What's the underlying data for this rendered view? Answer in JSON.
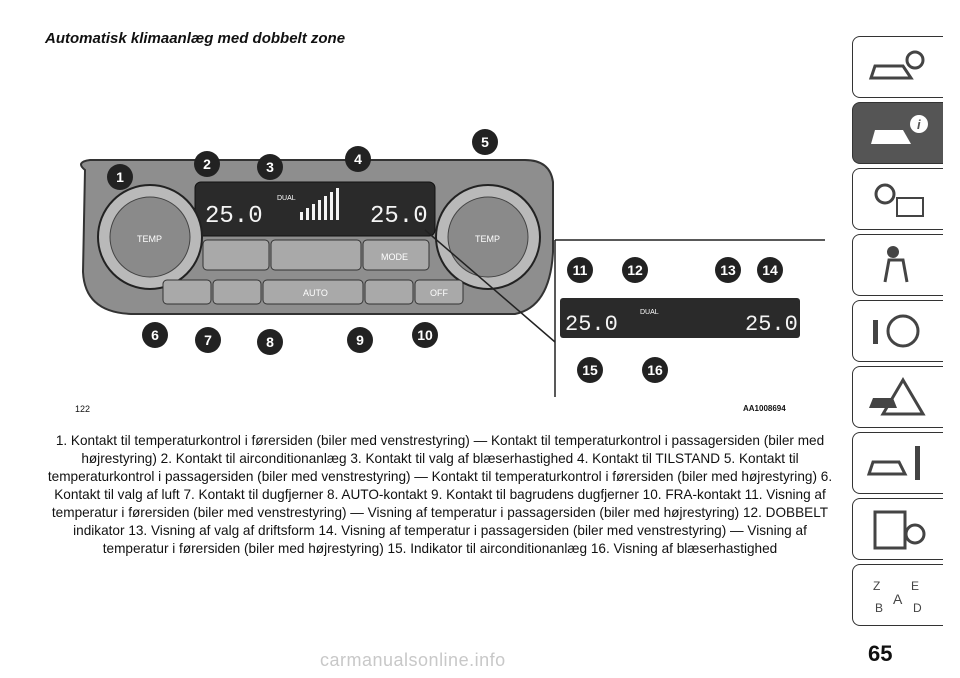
{
  "page": {
    "title": "Automatisk klimaanlæg med dobbelt zone",
    "figure_ref": "122",
    "figure_code": "AA1008694",
    "page_number": "65",
    "watermark": "carmanualsonline.info"
  },
  "figure": {
    "knob_label": "TEMP",
    "left_display_temp": "25.0",
    "right_display_temp": "25.0",
    "dual_label": "DUAL",
    "mode_button": "MODE",
    "auto_button": "AUTO",
    "off_button": "OFF",
    "callouts": [
      "1",
      "2",
      "3",
      "4",
      "5",
      "6",
      "7",
      "8",
      "9",
      "10",
      "11",
      "12",
      "13",
      "14",
      "15",
      "16"
    ]
  },
  "caption": [
    "1. Kontakt til temperaturkontrol i førersiden (biler med venstrestyring) — Kontakt til temperaturkontrol i passagersiden (biler med højrestyring)",
    "2. Kontakt til airconditionanlæg",
    "3. Kontakt til valg af blæserhastighed",
    "4. Kontakt til TILSTAND",
    "5. Kontakt til temperaturkontrol i passagersiden (biler med venstrestyring) — Kontakt til temperaturkontrol i førersiden (biler med højrestyring)",
    "6. Kontakt til valg af luft",
    "7. Kontakt til dugfjerner",
    "8. AUTO-kontakt",
    "9. Kontakt til bagrudens dugfjerner",
    "10. FRA-kontakt",
    "11. Visning af temperatur i førersiden (biler med venstrestyring) — Visning af temperatur i passagersiden (biler med højrestyring)",
    "12. DOBBELT indikator",
    "13. Visning af valg af driftsform",
    "14. Visning af temperatur i passagersiden (biler med venstrestyring) — Visning af temperatur i førersiden (biler med højrestyring)",
    "15. Indikator til airconditionanlæg",
    "16. Visning af blæserhastighed"
  ],
  "side_tabs": [
    {
      "icon": "car-search-icon",
      "active": false
    },
    {
      "icon": "car-info-icon",
      "active": true
    },
    {
      "icon": "warning-lights-icon",
      "active": false
    },
    {
      "icon": "seatbelt-airbag-icon",
      "active": false
    },
    {
      "icon": "steering-key-icon",
      "active": false
    },
    {
      "icon": "breakdown-triangle-icon",
      "active": false
    },
    {
      "icon": "car-service-icon",
      "active": false
    },
    {
      "icon": "specifications-icon",
      "active": false
    },
    {
      "icon": "index-icon",
      "active": false
    }
  ]
}
